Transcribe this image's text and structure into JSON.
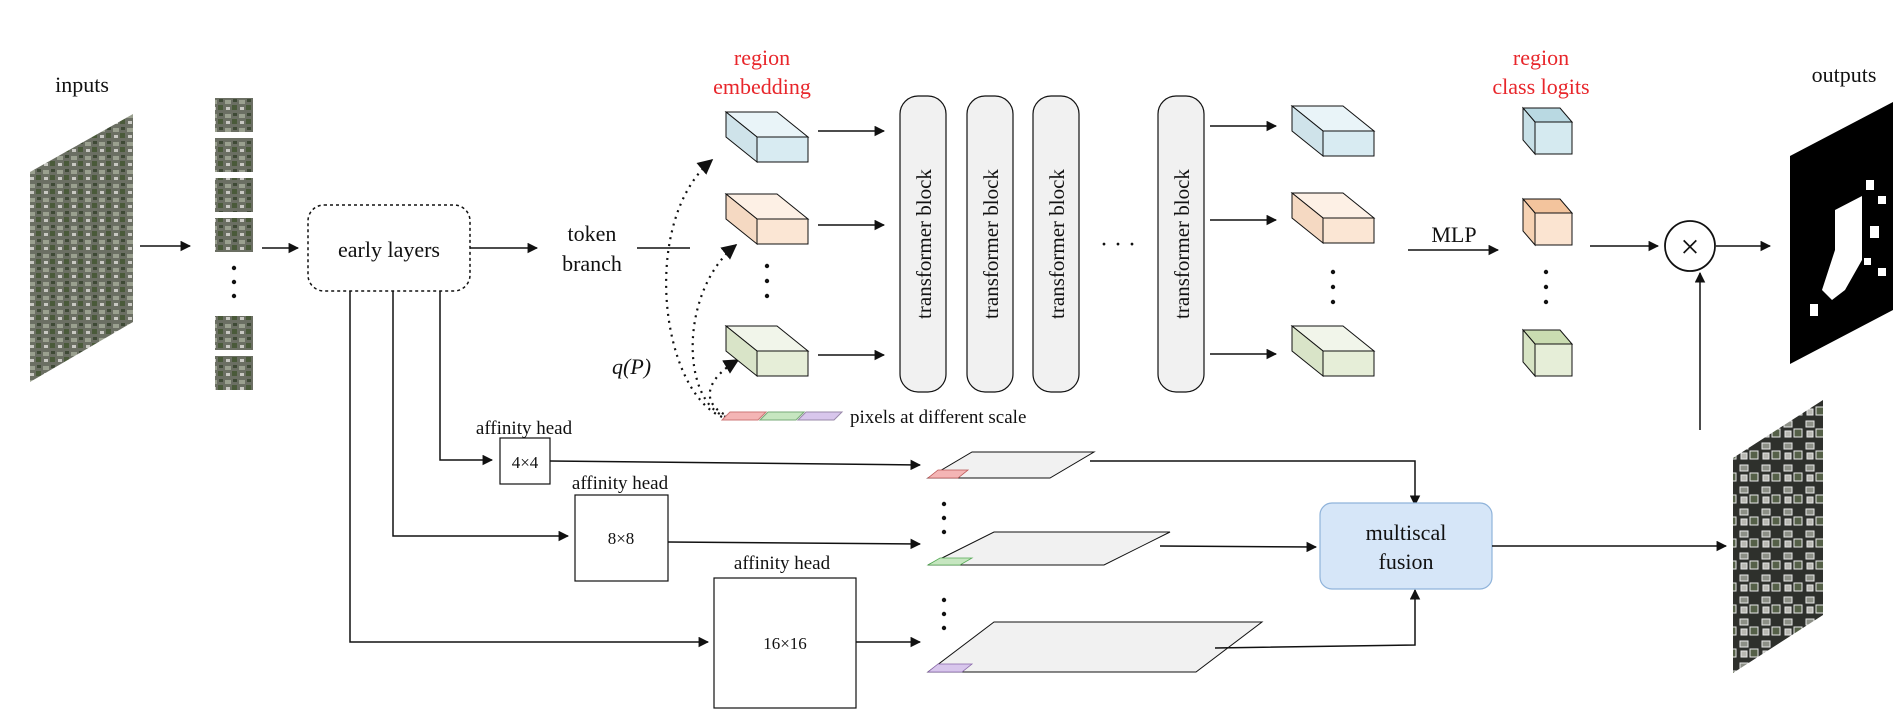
{
  "labels": {
    "inputs": "inputs",
    "outputs": "outputs",
    "early_layers": "early layers",
    "token_branch_line1": "token",
    "token_branch_line2": "branch",
    "region_embedding_line1": "region",
    "region_embedding_line2": "embedding",
    "region_class_logits_line1": "region",
    "region_class_logits_line2": "class logits",
    "transformer_block": "transformer block",
    "mlp": "MLP",
    "qp": "q(P)",
    "pixels_scale": "pixels at different scale",
    "affinity_head": "affinity head",
    "size_4": "4×4",
    "size_8": "8×8",
    "size_16": "16×16",
    "multiscale_line1": "multiscal",
    "multiscale_line2": "fusion",
    "times_symbol": "×",
    "h_ellipsis": "· · ·"
  },
  "colors": {
    "region_red": "#e8262b",
    "emb_blue": "#d8ebf2",
    "emb_orange": "#fbe6d4",
    "emb_green": "#e6eed8",
    "logit_blue": "#cfe6ec",
    "logit_orange": "#f8d6b8",
    "logit_green": "#dbe6c6",
    "transformer_fill": "#f1f1f1",
    "fusion_fill": "#d6e6f8",
    "fusion_stroke": "#8fb3da",
    "pixel_red": "#f4b5b5",
    "pixel_green": "#c6e6c0",
    "pixel_purple": "#d8c6ec"
  }
}
